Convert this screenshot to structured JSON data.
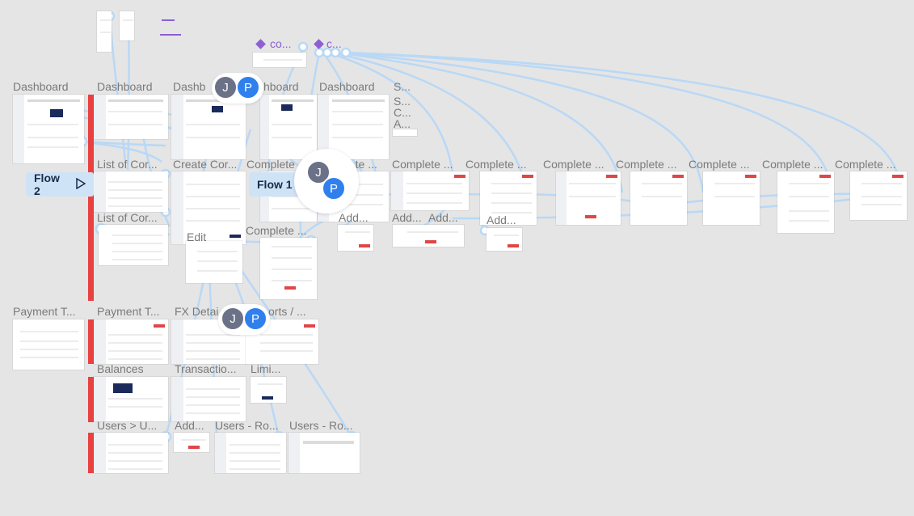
{
  "canvas": {
    "background": "#e5e5e5",
    "accent": "#2f80ed",
    "connector_color": "#b9d8f5",
    "section_bar_color": "#e94040"
  },
  "flows": [
    {
      "label": "Flow 2",
      "icon": "play-icon"
    },
    {
      "label": "Flow 1",
      "icon": "play-icon"
    }
  ],
  "components": [
    {
      "label": "co...",
      "icon": "component-icon"
    },
    {
      "label": "c...",
      "icon": "component-icon"
    }
  ],
  "avatars": [
    "J",
    "P"
  ],
  "frames": {
    "row1": [
      "Dashboard",
      "Dashboard",
      "Dashb",
      "hboard",
      "Dashboard",
      "S..."
    ],
    "row1_side": [
      "S...",
      "C...",
      "A..."
    ],
    "row2": [
      "List of Cor...",
      "Create Cor...",
      "Complete ...",
      "...te ...",
      "Complete ...",
      "Complete ...",
      "Complete ...",
      "Complete ...",
      "Complete ...",
      "Complete ...",
      "Complete ..."
    ],
    "row3": [
      "List of Cor...",
      "Edit",
      "Complete ...",
      "Add...",
      "Add...",
      "Add...",
      "Add..."
    ],
    "row4": [
      "Payment T...",
      "Payment T...",
      "FX Detai",
      "orts / ..."
    ],
    "row5": [
      "Balances",
      "Transactio...",
      "Limi..."
    ],
    "row6": [
      "Users > U...",
      "Add...",
      "Users - Ro...",
      "Users - Ro..."
    ]
  }
}
